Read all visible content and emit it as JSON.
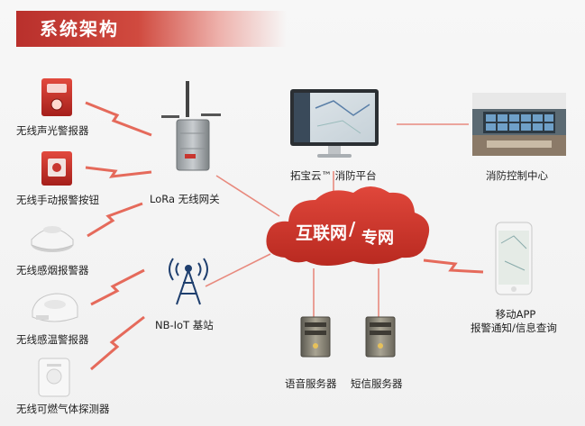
{
  "title": "系统架构",
  "devices": {
    "sound_light_alarm": "无线声光警报器",
    "manual_alarm_button": "无线手动报警按钮",
    "smoke_alarm": "无线感烟报警器",
    "heat_alarm": "无线感温警报器",
    "gas_detector": "无线可燃气体探测器"
  },
  "gateways": {
    "lora": "LoRa 无线网关",
    "nbiot": "NB-IoT 基站"
  },
  "platform": "拓宝云™ 消防平台",
  "control_center": "消防控制中心",
  "cloud": {
    "part1": "互联网",
    "part2": "专网"
  },
  "mobile": {
    "line1": "移动APP",
    "line2": "报警通知/信息查询"
  },
  "servers": {
    "voice": "语音服务器",
    "sms": "短信服务器"
  },
  "colors": {
    "accent": "#c8362f",
    "link": "#e07060",
    "cloud": "#cf3a31"
  }
}
